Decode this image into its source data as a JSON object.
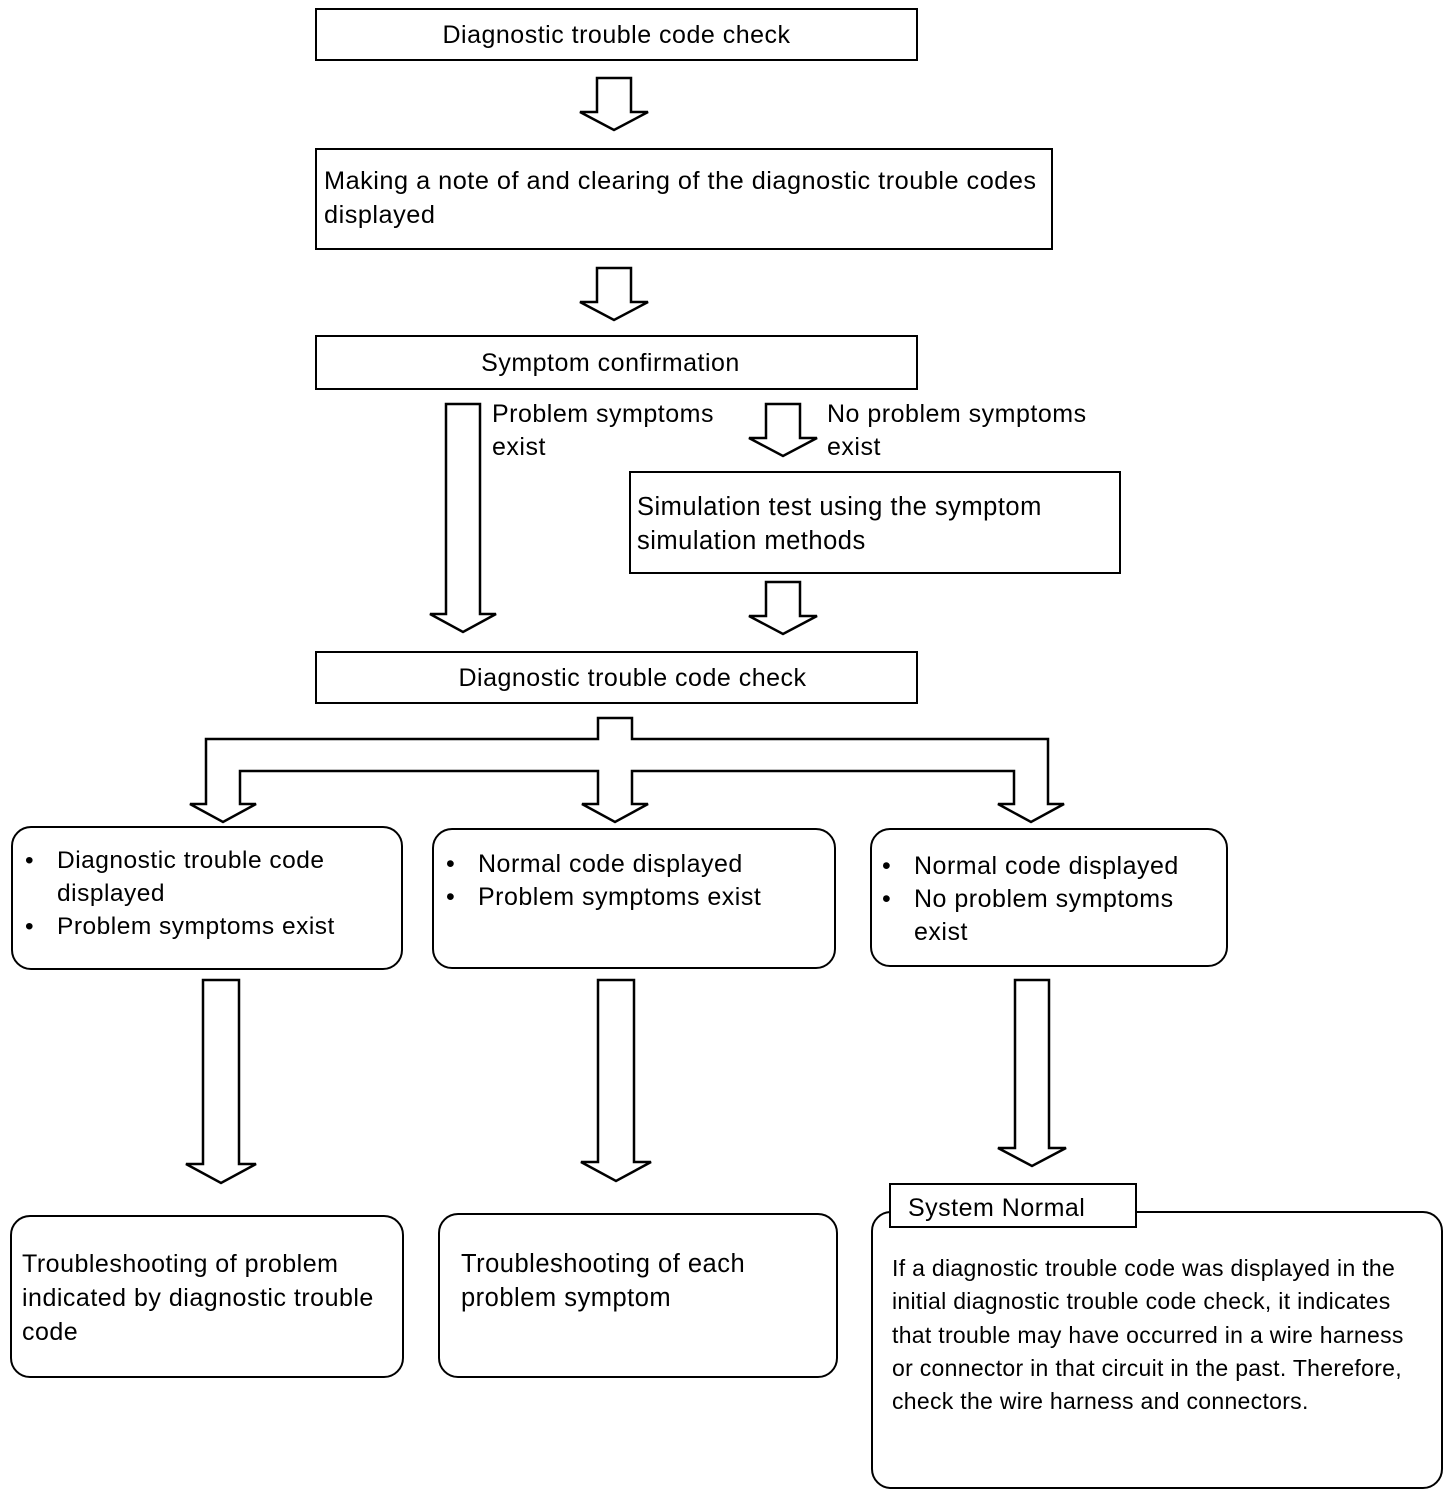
{
  "step1": "Diagnostic trouble code check",
  "step2": "Making a note of and clearing of the diagnostic trouble codes displayed",
  "step3": "Symptom confirmation",
  "branch_yes": "Problem symptoms exist",
  "branch_no": "No problem symptoms exist",
  "simulation": "Simulation test using the symptom simulation methods",
  "step4": "Diagnostic trouble code check",
  "case_a": [
    "Diagnostic trouble code displayed",
    "Problem symptoms exist"
  ],
  "case_b": [
    "Normal code displayed",
    "Problem symptoms exist"
  ],
  "case_c": [
    "Normal code displayed",
    "No problem symptoms exist"
  ],
  "result_a": "Troubleshooting of problem indicated by diagnostic trouble code",
  "result_b": "Troubleshooting of each problem symptom",
  "result_c_title": "System Normal",
  "result_c_body": "If a diagnostic trouble code was displayed in the initial diagnostic trouble code check, it indicates that trouble may have occurred in a wire harness or connector in that circuit in the past. Therefore, check the wire harness and connectors."
}
